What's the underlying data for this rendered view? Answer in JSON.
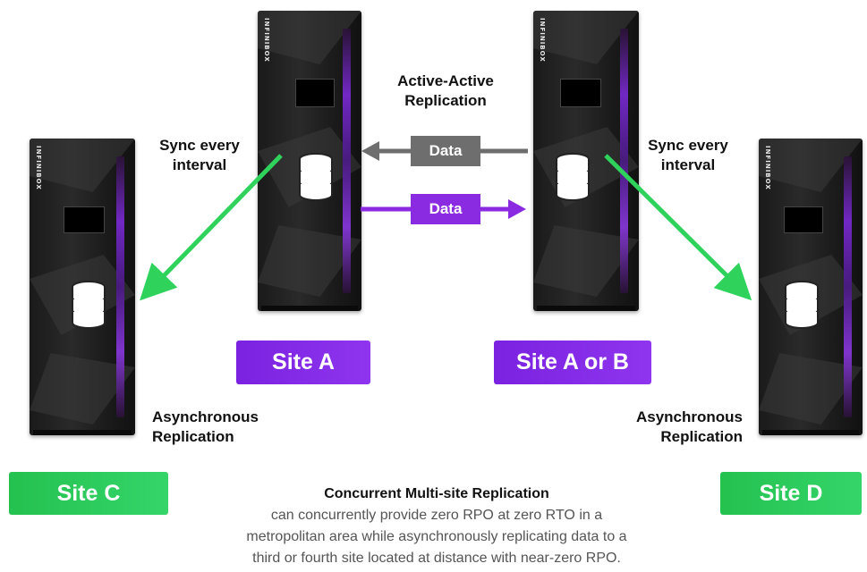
{
  "rack_brand": "INFINIBOX",
  "labels": {
    "active_active_line1": "Active-Active",
    "active_active_line2": "Replication",
    "sync_left_line1": "Sync every",
    "sync_left_line2": "interval",
    "sync_right_line1": "Sync every",
    "sync_right_line2": "interval",
    "async_left_line1": "Asynchronous",
    "async_left_line2": "Replication",
    "async_right_line1": "Asynchronous",
    "async_right_line2": "Replication"
  },
  "data_arrows": {
    "top": "Data",
    "bottom": "Data"
  },
  "sites": {
    "a": "Site A",
    "a_or_b": "Site A or B",
    "c": "Site C",
    "d": "Site D"
  },
  "caption": {
    "title": "Concurrent Multi-site Replication",
    "line1": "can concurrently provide zero RPO at zero RTO in a",
    "line2": "metropolitan area while asynchronously replicating data to a",
    "line3": "third or fourth site located at distance with near-zero RPO."
  },
  "colors": {
    "purple": "#8a2be2",
    "green": "#2ecc5f",
    "gray_arrow": "#6e6e6e",
    "arrow_green": "#2fd35c"
  }
}
